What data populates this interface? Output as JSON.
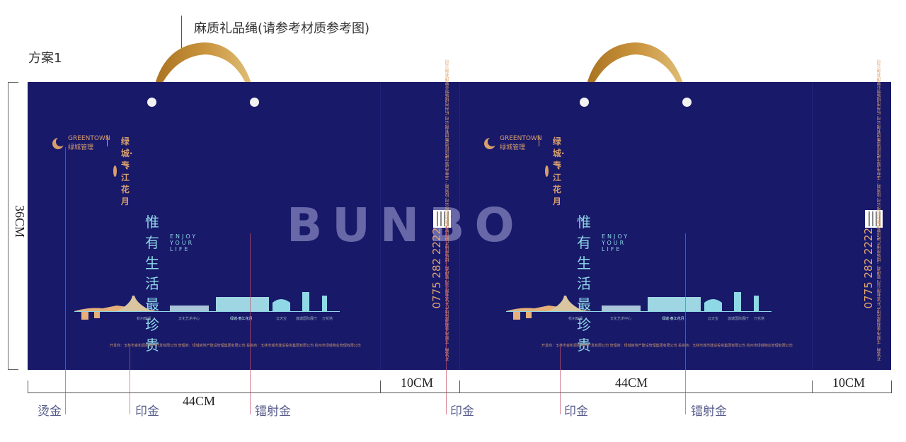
{
  "annotations": {
    "scheme": "方案1",
    "rope": "麻质礼品绳(请参考材质参考图)",
    "height": "36CM"
  },
  "panel": {
    "brand_en": "GREENTOWN",
    "brand_cn": "绿城管理",
    "project": "绿城·春江花月",
    "slogan": "惟有生活最珍贵",
    "slogan_en": "ENJOY YOUR LIFE",
    "phone": "0775 282 2222",
    "skyline_labels": [
      "杭州西湖",
      "文化艺术中心",
      "绿城·春江花月",
      "云天宝",
      "莲塘国际展厅",
      "万花塔"
    ],
    "footer": "开发商：玉林市金和源房地产开发有限公司  管理商：绿城房地产建设管理集团有限公司  投资商：玉林市城市建设投资集团有限公司  杭州市绿城物业管理有限公司"
  },
  "watermark": "BUNBO",
  "dimensions": [
    "44CM",
    "10CM",
    "44CM",
    "10CM"
  ],
  "finish_labels": [
    "烫金",
    "印金",
    "镭射金",
    "印金",
    "印金",
    "镭射金"
  ],
  "colors": {
    "bag": "#19196a",
    "gold": "#d79f6b",
    "cyan": "#8fd8e6",
    "guide": "#c5506a"
  }
}
